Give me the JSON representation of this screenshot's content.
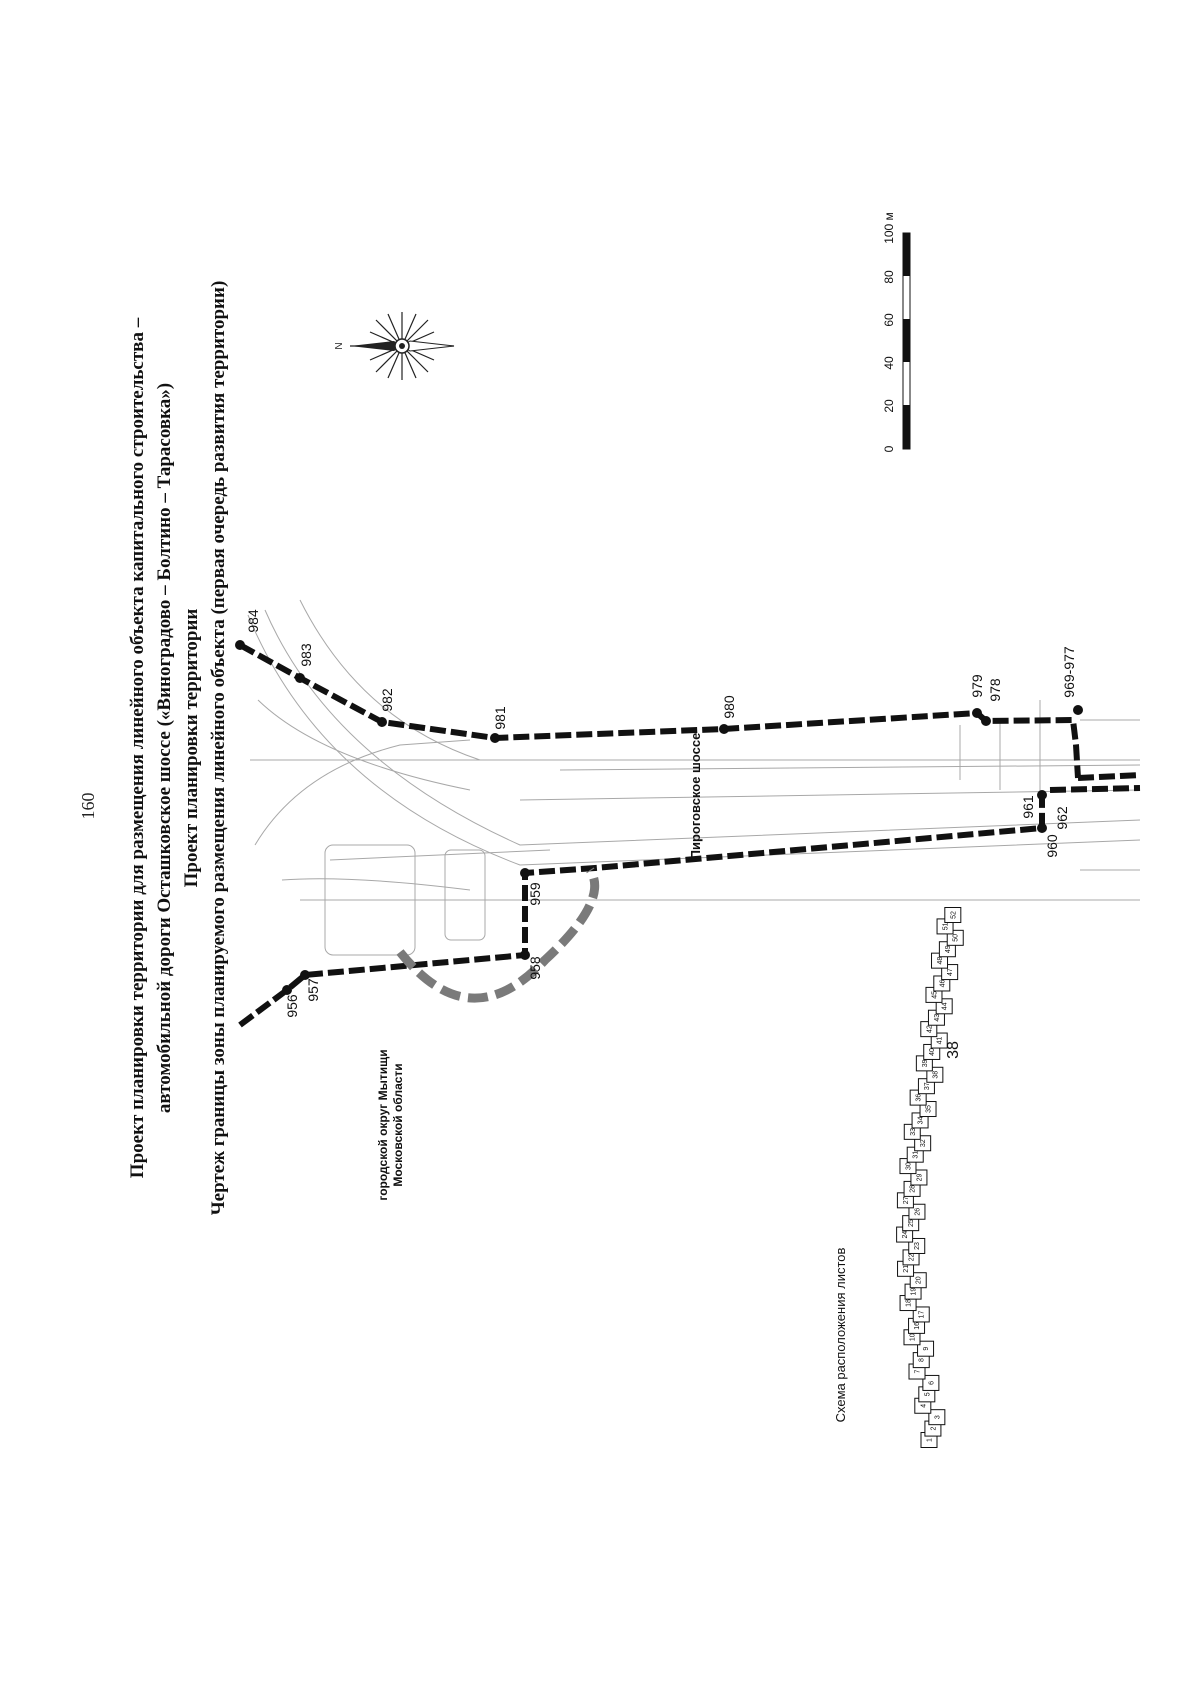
{
  "page_number": "160",
  "title": {
    "line1": "Проект планировки территории для размещения линейного объекта капитального строительства –",
    "line2": "автомобильной дороги Осташковское шоссе («Виноградово – Болтино – Тарасовка»)",
    "line3": "Проект планировки территории",
    "line4": "Чертеж границы зоны планируемого размещения линейного объекта (первая очередь развития территории)"
  },
  "road_label": "Пироговское шоссе",
  "district_label": {
    "line1": "городской округ Мытищи",
    "line2": "Московской области"
  },
  "compass": {
    "north": "N",
    "icon": "compass-rose-icon"
  },
  "scale_bar": {
    "ticks": [
      "0",
      "20",
      "40",
      "60",
      "80",
      "100 м"
    ]
  },
  "boundary_points": [
    "956",
    "957",
    "958",
    "959",
    "960",
    "961",
    "962",
    "969-977",
    "978",
    "979",
    "980",
    "981",
    "982",
    "983",
    "984"
  ],
  "sheet_index": {
    "title": "Схема расположения листов",
    "sheets": [
      "1",
      "2",
      "3",
      "4",
      "5",
      "6",
      "7",
      "8",
      "9",
      "10",
      "16",
      "17",
      "18",
      "19",
      "20",
      "21",
      "22",
      "23",
      "24",
      "25",
      "26",
      "27",
      "28",
      "29",
      "30",
      "31",
      "32",
      "33",
      "34",
      "35",
      "36",
      "37",
      "38",
      "39",
      "40",
      "41",
      "42",
      "43",
      "44",
      "45",
      "46",
      "47",
      "48",
      "49",
      "50",
      "51",
      "52"
    ],
    "highlight": "38"
  },
  "colors": {
    "boundary": "#111111",
    "zone_arc": "#7a7a7a",
    "base_lines": "#9a9a9a"
  }
}
